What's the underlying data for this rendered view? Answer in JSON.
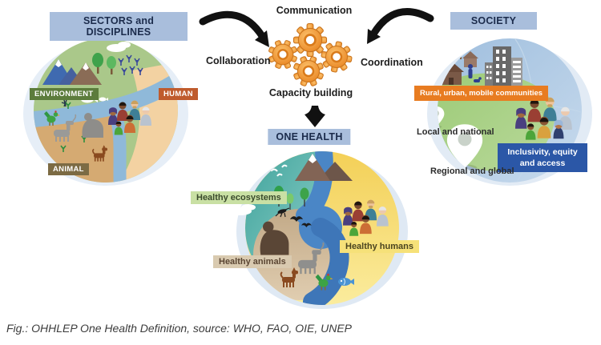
{
  "figure": {
    "caption": "Fig.: OHHLEP One Health Definition, source: WHO, FAO, OIE, UNEP"
  },
  "hub": {
    "communication": "Communication",
    "collaboration": "Collaboration",
    "coordination": "Coordination",
    "capacity_building": "Capacity building"
  },
  "sectors": {
    "title": "SECTORS and DISCIPLINES",
    "environment_label": "ENVIRONMENT",
    "human_label": "HUMAN",
    "animal_label": "ANIMAL"
  },
  "one_health": {
    "title": "ONE HEALTH",
    "ecosystems_label": "Healthy ecosystems",
    "animals_label": "Healthy animals",
    "humans_label": "Healthy humans"
  },
  "society": {
    "title": "SOCIETY",
    "communities_banner": "Rural, urban, mobile communities",
    "local_label": "Local and national",
    "inclusivity_banner": "Inclusivity, equity and access",
    "regional_label": "Regional and global"
  },
  "colors": {
    "header_bg": "#a9bedc",
    "header_text": "#1b2b4b",
    "environment_bg": "#5c7c3c",
    "human_bg": "#bf5b2d",
    "animal_bg": "#7c6b44",
    "communities_bg": "#e87c21",
    "inclusivity_bg": "#2b57a7",
    "ecosystems_bg": "#c9e0a4",
    "healthy_animals_bg": "#d9cab0",
    "healthy_humans_bg": "#f6e179",
    "gear_orange": "#ef9227",
    "arrow_black": "#111111"
  }
}
